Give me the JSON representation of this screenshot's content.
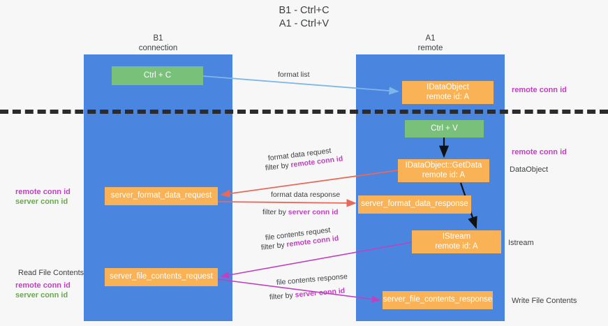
{
  "title": {
    "line1": "B1 - Ctrl+C",
    "line2": "A1 - Ctrl+V"
  },
  "lanes": [
    {
      "id": "b1",
      "name": "B1",
      "sub": "connection"
    },
    {
      "id": "a1",
      "name": "A1",
      "sub": "remote"
    }
  ],
  "boxes": {
    "ctrl_c": {
      "label": "Ctrl + C",
      "color": "#79c07a"
    },
    "dataobject_top": {
      "line1": "IDataObject",
      "line2": "remote id: A",
      "color": "#f9b356"
    },
    "ctrl_v": {
      "label": "Ctrl + V",
      "color": "#79c07a"
    },
    "getdata": {
      "line1": "IDataObject::GetData",
      "line2": "remote id: A",
      "color": "#f9b356"
    },
    "server_format_data_request": {
      "label": "server_format_data_request",
      "color": "#f9b356"
    },
    "server_format_data_response": {
      "label": "server_format_data_response",
      "color": "#f9b356"
    },
    "istream": {
      "line1": "IStream",
      "line2": "remote id: A",
      "color": "#f9b356"
    },
    "server_file_contents_request": {
      "label": "server_file_contents_request",
      "color": "#f9b356"
    },
    "server_file_contents_response": {
      "label": "server_file_contents_response",
      "color": "#f9b356"
    }
  },
  "arrow_labels": {
    "format_list": "format list",
    "format_data_request": "format data request",
    "format_data_request_filter_prefix": "filter by ",
    "format_data_request_filter_key": "remote conn id",
    "format_data_response": "format data response",
    "format_data_response_filter_prefix": "filter by ",
    "format_data_response_filter_key": "server conn id",
    "file_contents_request": "file contents request",
    "file_contents_request_filter_prefix": "filter by ",
    "file_contents_request_filter_key": "remote conn id",
    "file_contents_response": "file contents response",
    "file_contents_response_filter_prefix": "filter by ",
    "file_contents_response_filter_key": "server conn id"
  },
  "side_labels": {
    "remote_conn_id_top": "remote conn id",
    "remote_conn_id_mid": "remote conn id",
    "dataobject": "DataObject",
    "istream": "Istream",
    "write_file_contents": "Write File Contents",
    "read_file_contents": "Read File Contents",
    "left_remote_conn_id": "remote conn id",
    "left_server_conn_id": "server conn id",
    "left_remote_conn_id_2": "remote conn id",
    "left_server_conn_id_2": "server conn id"
  },
  "colors": {
    "lane": "#4a86e0",
    "green_box": "#79c07a",
    "orange_box": "#f9b356",
    "remote_conn": "#c040c0",
    "server_conn": "#6aa84f",
    "divider": "#2b2b2b",
    "arrow_blue": "#7eb6e8",
    "arrow_red": "#e8695a",
    "arrow_magenta": "#c040c0",
    "arrow_black": "#111111",
    "background": "#f7f7f7"
  }
}
